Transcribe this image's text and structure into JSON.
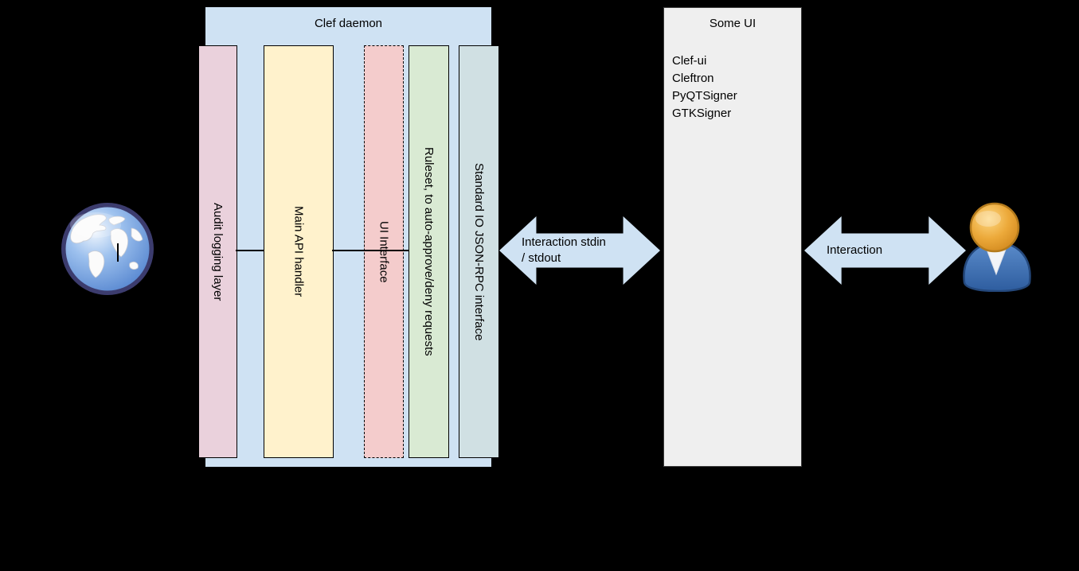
{
  "colors": {
    "background": "#000000",
    "container_blue": "#cfe2f3",
    "arrow_blue": "#cfe2f3",
    "audit_bar": "#ead1dc",
    "api_bar": "#fff2cc",
    "ui_interface_bar": "#f4cccc",
    "ruleset_bar": "#d9ead3",
    "stdio_bar": "#d0e0e3",
    "some_ui_gray": "#efefef",
    "text": "#000000"
  },
  "clef_daemon": {
    "title": "Clef daemon",
    "bars": [
      {
        "label": "Audit logging layer"
      },
      {
        "label": "Main API handler"
      },
      {
        "label": "UI Interface"
      },
      {
        "label": "Ruleset, to auto-approve/deny requests"
      },
      {
        "label": "Standard IO JSON-RPC interface"
      }
    ]
  },
  "some_ui": {
    "title": "Some UI",
    "items": [
      "Clef-ui",
      "Cleftron",
      "PyQTSigner",
      "GTKSigner"
    ]
  },
  "arrows": {
    "left": {
      "line1": "Interaction stdin",
      "line2": "/ stdout"
    },
    "right": {
      "label": "Interaction"
    }
  },
  "icons": {
    "globe": "globe-icon",
    "user": "user-icon"
  }
}
